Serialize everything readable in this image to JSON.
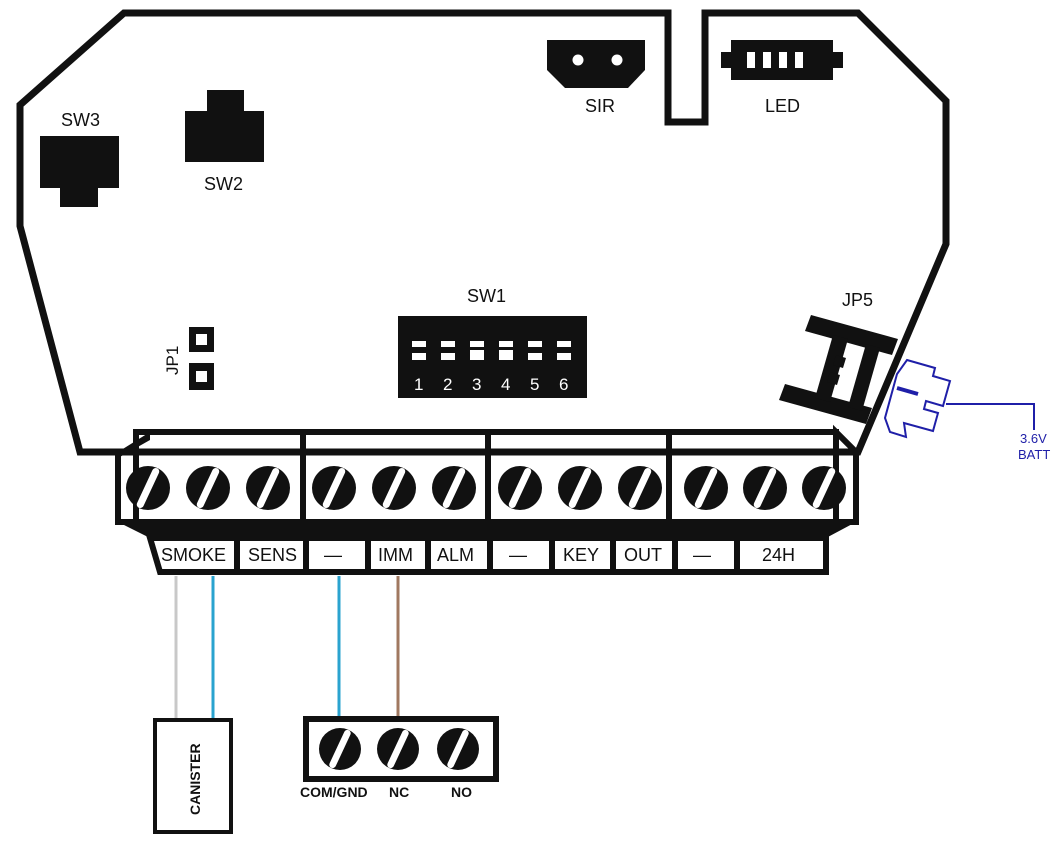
{
  "components": {
    "sw3": "SW3",
    "sw2": "SW2",
    "sir": "SIR",
    "led": "LED",
    "sw1": "SW1",
    "jp1": "JP1",
    "jp5": "JP5"
  },
  "dip_numbers": [
    "1",
    "2",
    "3",
    "4",
    "5",
    "6"
  ],
  "terminals": [
    "SMOKE",
    "SENS",
    "—",
    "IMM",
    "ALM",
    "—",
    "KEY",
    "OUT",
    "—",
    "24H"
  ],
  "battery": {
    "voltage": "3.6V",
    "label": "BATT"
  },
  "canister": "CANISTER",
  "relay_terminals": [
    "COM/GND",
    "NC",
    "NO"
  ],
  "colors": {
    "board": "#111111",
    "wire_gray": "#c8c8c8",
    "wire_blue": "#2aa3cf",
    "wire_brown": "#a07860",
    "battery": "#1f1fa8"
  }
}
